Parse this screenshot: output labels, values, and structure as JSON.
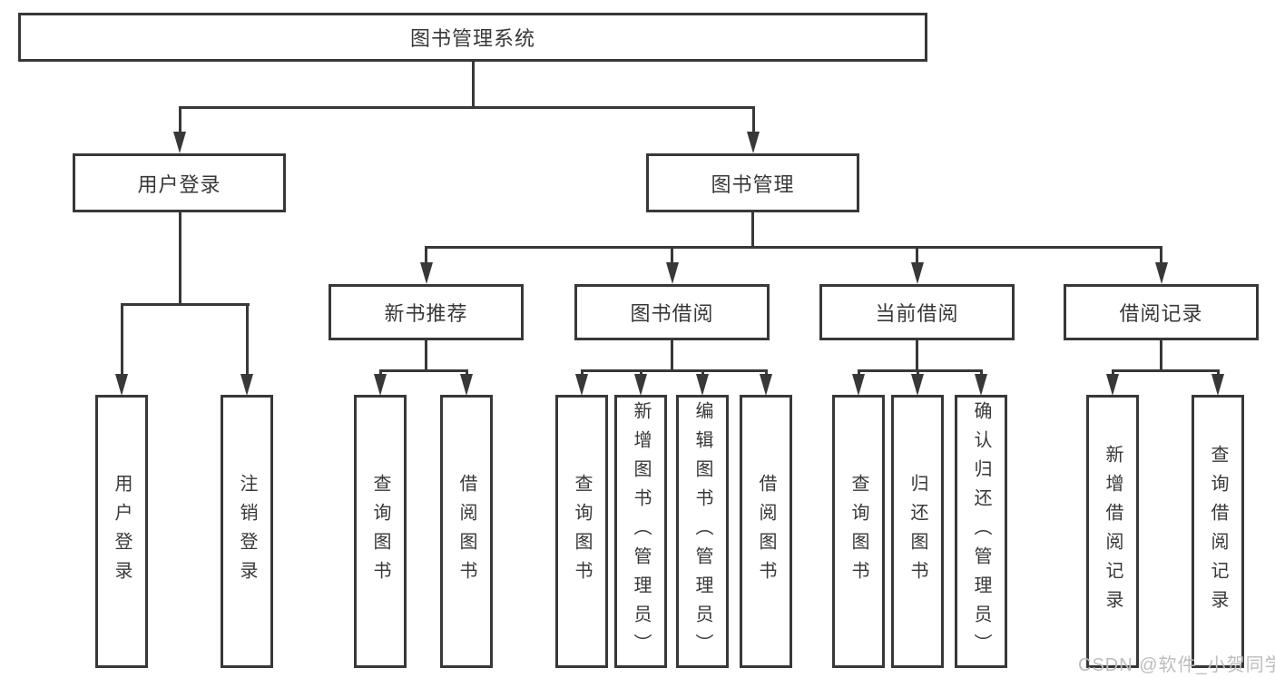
{
  "colors": {
    "line": "#383838",
    "text": "#383838",
    "watermark": "#bdbdbd",
    "background": "#ffffff"
  },
  "root": {
    "label": "图书管理系统"
  },
  "level2": [
    {
      "label": "用户登录"
    },
    {
      "label": "图书管理"
    }
  ],
  "level3": [
    {
      "label": "新书推荐"
    },
    {
      "label": "图书借阅"
    },
    {
      "label": "当前借阅"
    },
    {
      "label": "借阅记录"
    }
  ],
  "leaves": {
    "user_login": [
      {
        "label": "用户登录"
      },
      {
        "label": "注销登录"
      }
    ],
    "new_book_recommend": [
      {
        "label": "查询图书"
      },
      {
        "label": "借阅图书"
      }
    ],
    "book_borrow": [
      {
        "label": "查询图书"
      },
      {
        "label": "新增图书（管理员）"
      },
      {
        "label": "编辑图书（管理员）"
      },
      {
        "label": "借阅图书"
      }
    ],
    "current_borrow": [
      {
        "label": "查询图书"
      },
      {
        "label": "归还图书"
      },
      {
        "label": "确认归还（管理员）"
      }
    ],
    "borrow_record": [
      {
        "label": "新增借阅记录"
      },
      {
        "label": "查询借阅记录"
      }
    ]
  },
  "watermark": {
    "text": "CSDN @软件_小贺同学"
  }
}
